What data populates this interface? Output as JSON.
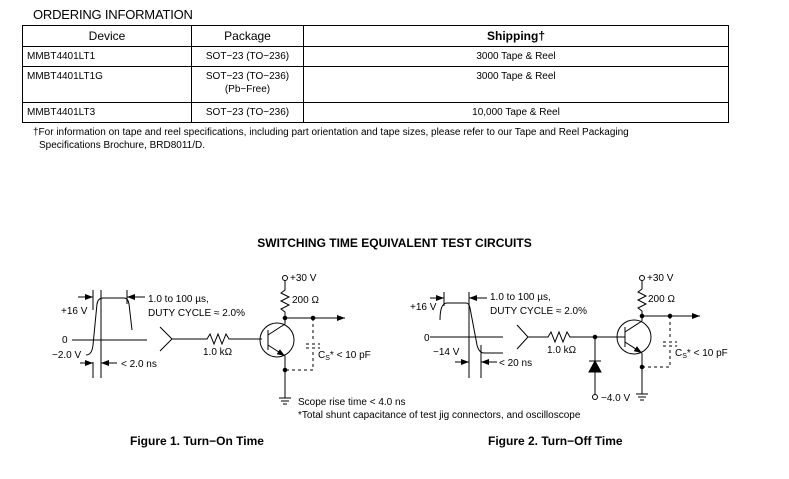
{
  "ordering": {
    "title": "ORDERING INFORMATION",
    "headers": [
      "Device",
      "Package",
      "Shipping†"
    ],
    "rows": [
      {
        "device": "MMBT4401LT1",
        "package": "SOT−23 (TO−236)",
        "package2": "",
        "shipping": "3000 Tape & Reel"
      },
      {
        "device": "MMBT4401LT1G",
        "package": "SOT−23 (TO−236)",
        "package2": "(Pb−Free)",
        "shipping": "3000 Tape & Reel"
      },
      {
        "device": "MMBT4401LT3",
        "package": "SOT−23 (TO−236)",
        "package2": "",
        "shipping": "10,000 Tape & Reel"
      }
    ],
    "footnote_line1": "†For information on tape and reel specifications, including part orientation and tape sizes, please refer to our Tape and Reel Packaging",
    "footnote_line2": "Specifications Brochure, BRD8011/D."
  },
  "switching": {
    "title": "SWITCHING TIME EQUIVALENT TEST CIRCUITS",
    "fig1": {
      "caption": "Figure 1. Turn−On Time",
      "pulse_width": "1.0 to 100 µs,",
      "duty_cycle": "DUTY CYCLE ≈ 2.0%",
      "v_high": "+16 V",
      "v_zero": "0",
      "v_low": "−2.0 V",
      "rise": "< 2.0 ns",
      "r_base": "1.0 kΩ",
      "vcc": "+30 V",
      "r_load": "200 Ω",
      "cs": "C",
      "cs_sub": "S",
      "cs_val": "* < 10 pF"
    },
    "fig2": {
      "caption": "Figure 2. Turn−Off Time",
      "pulse_width": "1.0 to 100 µs,",
      "duty_cycle": "DUTY CYCLE ≈ 2.0%",
      "v_high": "+16 V",
      "v_zero": "0",
      "v_low": "−14 V",
      "fall": "< 20 ns",
      "r_base": "1.0 kΩ",
      "vcc": "+30 V",
      "r_load": "200 Ω",
      "cs": "C",
      "cs_sub": "S",
      "cs_val": "* < 10 pF",
      "v_bias": "−4.0 V"
    },
    "note1": "Scope rise time < 4.0 ns",
    "note2": "*Total shunt capacitance of test jig connectors, and oscilloscope"
  }
}
